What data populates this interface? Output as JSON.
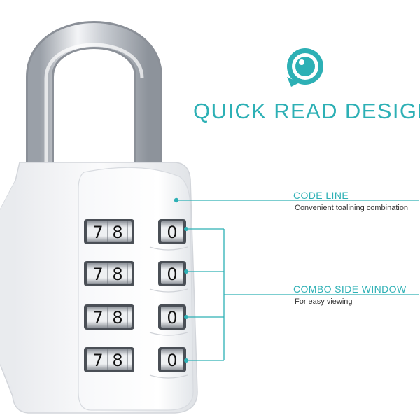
{
  "colors": {
    "accent": "#2db0b5",
    "lock_body": "#f2f3f6",
    "shackle": "#b9bec6"
  },
  "icon": "speech-bubble-eye-icon",
  "headline": "QUICK READ DESIGN",
  "callouts": {
    "code_line": {
      "title": "CODE LINE",
      "desc": "Convenient toalining combination"
    },
    "side_window": {
      "title": "COMBO SIDE WINDOW",
      "desc": "For easy viewing"
    }
  },
  "dials": {
    "rows": [
      {
        "left": [
          "7",
          "8"
        ],
        "side": "0"
      },
      {
        "left": [
          "7",
          "8"
        ],
        "side": "0"
      },
      {
        "left": [
          "7",
          "8"
        ],
        "side": "0"
      },
      {
        "left": [
          "7",
          "8"
        ],
        "side": "0"
      }
    ]
  }
}
